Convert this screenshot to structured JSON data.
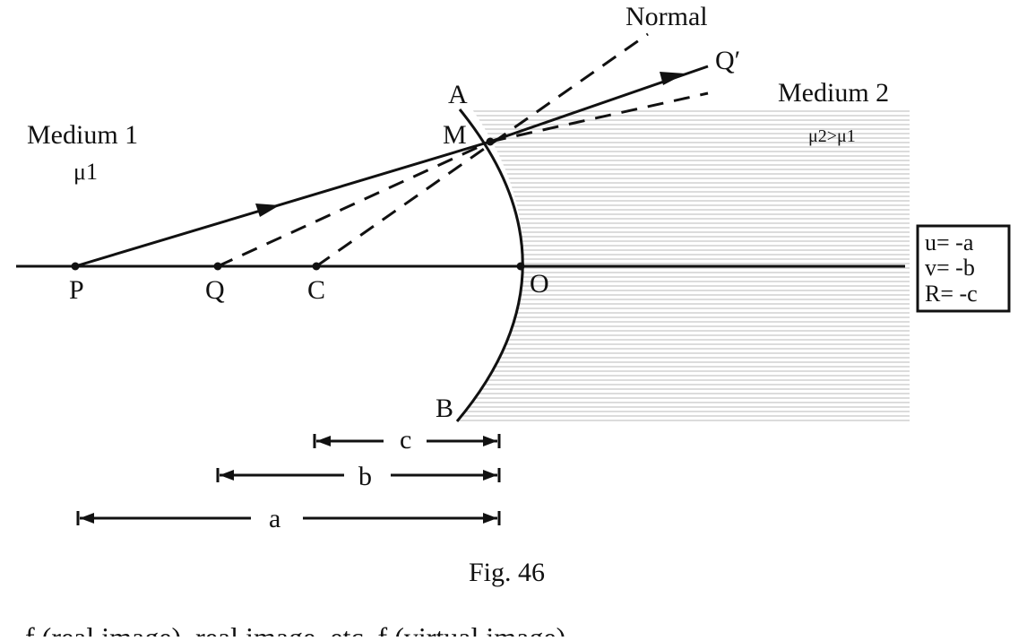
{
  "figure": {
    "caption": "Fig. 46",
    "medium1": {
      "name": "Medium 1",
      "index": "μ1"
    },
    "medium2": {
      "name": "Medium 2",
      "relation": "μ2>μ1"
    },
    "normal_label": "Normal",
    "points": {
      "P": "P",
      "Q": "Q",
      "C": "C",
      "O": "O",
      "M": "M",
      "A": "A",
      "B": "B",
      "Qprime": "Q′"
    },
    "dimensions": {
      "c": "c",
      "b": "b",
      "a": "a"
    },
    "sign_convention": [
      "u= -a",
      "v= -b",
      "R= -c"
    ],
    "footer_text": "f   (real image), real image, etc. f  (virtual image)"
  },
  "colors": {
    "ink": "#111111",
    "hatch": "#c8c8c8",
    "background": "#ffffff"
  }
}
